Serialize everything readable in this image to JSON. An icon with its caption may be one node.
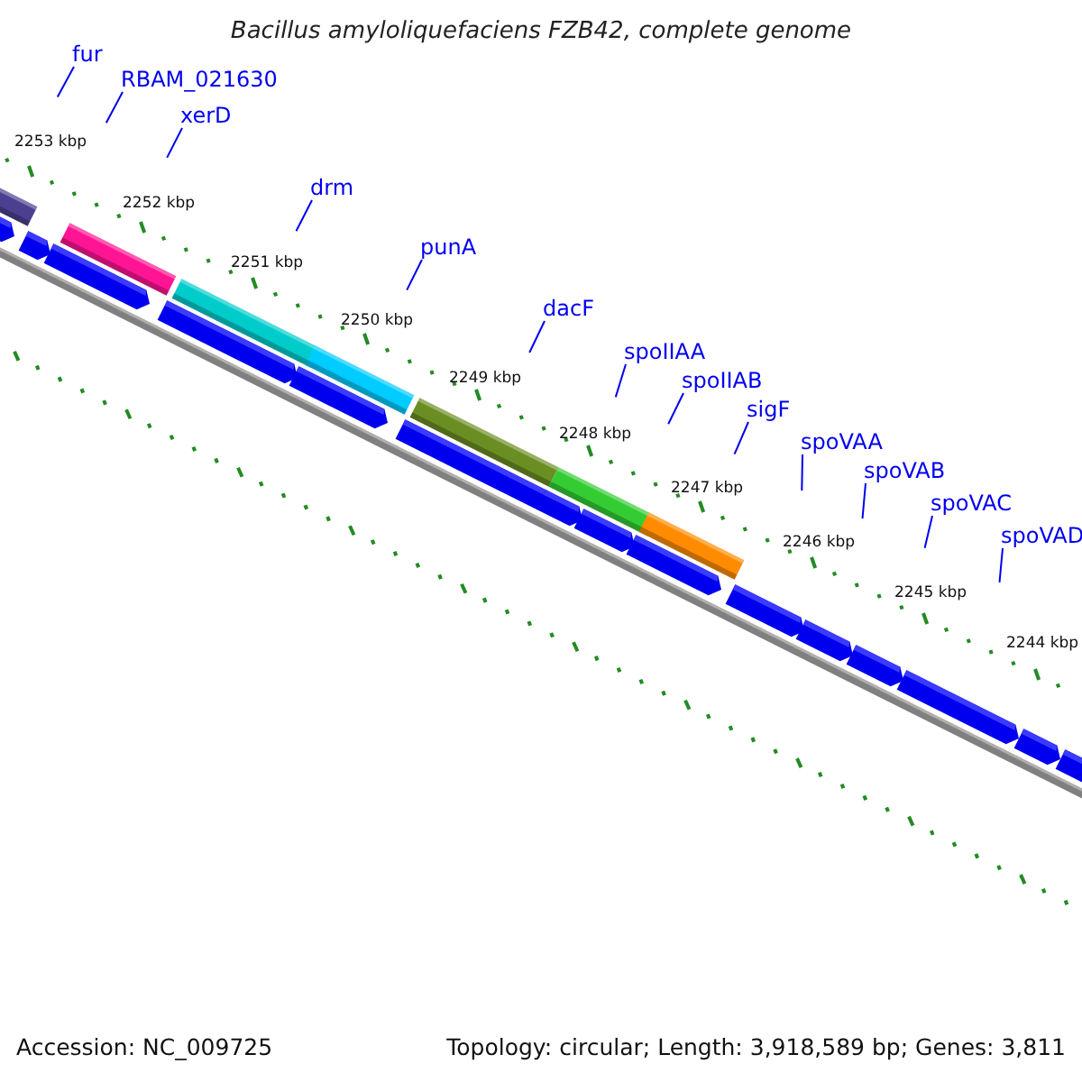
{
  "diagram": {
    "title": "Bacillus amyloliquefaciens FZB42, complete genome",
    "nodes": [
      {
        "text": [
          "fur"
        ]
      },
      {
        "text": [
          "RBAM_021630"
        ]
      },
      {
        "text": [
          "xerD"
        ]
      },
      {
        "text": [
          "drm"
        ]
      },
      {
        "text": [
          "punA"
        ]
      },
      {
        "text": [
          "dacF"
        ]
      },
      {
        "text": [
          "spoIIAA"
        ]
      },
      {
        "text": [
          "spoIIAB"
        ]
      },
      {
        "text": [
          "sigF"
        ]
      },
      {
        "text": [
          "spoVAA"
        ]
      },
      {
        "text": [
          "spoVAB"
        ]
      },
      {
        "text": [
          "spoVAC"
        ]
      },
      {
        "text": [
          "spoVAD"
        ]
      }
    ],
    "edges": [
      {
        "from": 0,
        "to": null,
        "arrow": "none"
      },
      {
        "from": 1,
        "to": null,
        "arrow": "none"
      },
      {
        "from": 2,
        "to": null,
        "arrow": "none"
      },
      {
        "from": 3,
        "to": null,
        "arrow": "none"
      },
      {
        "from": 4,
        "to": null,
        "arrow": "none"
      },
      {
        "from": 5,
        "to": null,
        "arrow": "none"
      },
      {
        "from": 6,
        "to": null,
        "arrow": "none"
      },
      {
        "from": 7,
        "to": null,
        "arrow": "none"
      },
      {
        "from": 8,
        "to": null,
        "arrow": "none"
      },
      {
        "from": 9,
        "to": null,
        "arrow": "none"
      },
      {
        "from": 10,
        "to": null,
        "arrow": "none"
      },
      {
        "from": 11,
        "to": null,
        "arrow": "none"
      },
      {
        "from": 12,
        "to": null,
        "arrow": "none"
      }
    ],
    "labels": [
      "2253 kbp",
      "2252 kbp",
      "2251 kbp",
      "2250 kbp",
      "2249 kbp",
      "2248 kbp",
      "2247 kbp",
      "2246 kbp",
      "2245 kbp",
      "2244 kbp",
      "Accession: NC_009725",
      "Topology: circular; Length: 3,918,589 bp; Genes: 3,811"
    ]
  }
}
